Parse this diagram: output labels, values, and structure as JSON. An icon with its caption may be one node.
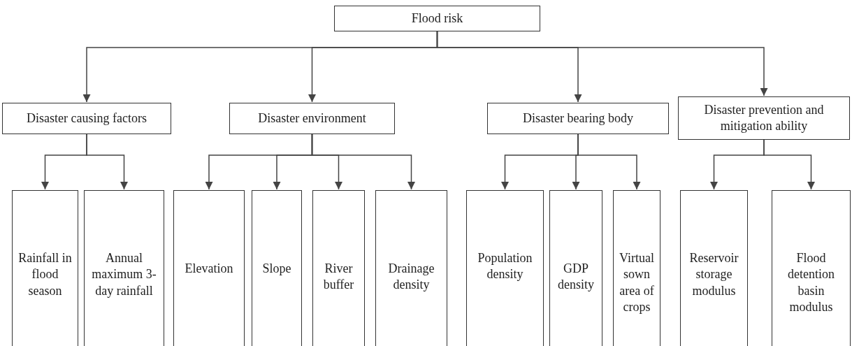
{
  "diagram": {
    "nodes": [
      {
        "text": [
          "Flood risk"
        ]
      },
      {
        "text": [
          "Disaster causing factors"
        ]
      },
      {
        "text": [
          "Disaster environment"
        ]
      },
      {
        "text": [
          "Disaster bearing body"
        ]
      },
      {
        "text": [
          "Disaster prevention and mitigation ability"
        ]
      },
      {
        "text": [
          "Rainfall in flood season"
        ]
      },
      {
        "text": [
          "Annual maximum 3-day rainfall"
        ]
      },
      {
        "text": [
          "Elevation"
        ]
      },
      {
        "text": [
          "Slope"
        ]
      },
      {
        "text": [
          "River buffer"
        ]
      },
      {
        "text": [
          "Drainage density"
        ]
      },
      {
        "text": [
          "Population density"
        ]
      },
      {
        "text": [
          "GDP density"
        ]
      },
      {
        "text": [
          "Virtual sown area of crops"
        ]
      },
      {
        "text": [
          "Reservoir storage modulus"
        ]
      },
      {
        "text": [
          "Flood detention basin modulus"
        ]
      }
    ],
    "edges": [
      {
        "from": 0,
        "to": 1,
        "arrow": "to"
      },
      {
        "from": 0,
        "to": 2,
        "arrow": "to"
      },
      {
        "from": 0,
        "to": 3,
        "arrow": "to"
      },
      {
        "from": 0,
        "to": 4,
        "arrow": "to"
      },
      {
        "from": 1,
        "to": 5,
        "arrow": "to"
      },
      {
        "from": 1,
        "to": 6,
        "arrow": "to"
      },
      {
        "from": 2,
        "to": 7,
        "arrow": "to"
      },
      {
        "from": 2,
        "to": 8,
        "arrow": "to"
      },
      {
        "from": 2,
        "to": 9,
        "arrow": "to"
      },
      {
        "from": 2,
        "to": 10,
        "arrow": "to"
      },
      {
        "from": 3,
        "to": 11,
        "arrow": "to"
      },
      {
        "from": 3,
        "to": 12,
        "arrow": "to"
      },
      {
        "from": 3,
        "to": 13,
        "arrow": "to"
      },
      {
        "from": 4,
        "to": 14,
        "arrow": "to"
      },
      {
        "from": 4,
        "to": 15,
        "arrow": "to"
      }
    ]
  }
}
